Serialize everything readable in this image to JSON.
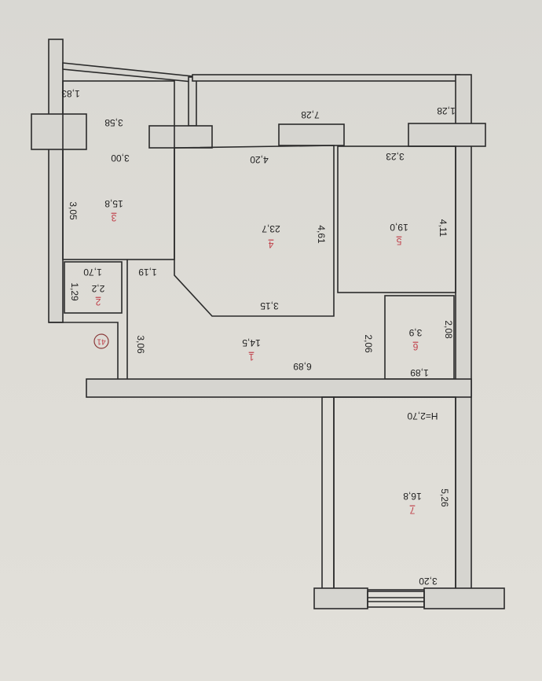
{
  "plan": {
    "ceiling_height": "H=2,70",
    "rooms": [
      {
        "number": "1",
        "area": "14,5",
        "dims": [
          "6,89",
          "3,06",
          "2,06"
        ]
      },
      {
        "number": "2",
        "area": "2,2",
        "dims": [
          "1,70",
          "1,29",
          "1,19"
        ]
      },
      {
        "number": "3",
        "area": "15,8",
        "dims": [
          "3,58",
          "3,00",
          "3,05",
          "1,83"
        ]
      },
      {
        "number": "4",
        "area": "23,7",
        "dims": [
          "7,28",
          "4,20",
          "4,61",
          "3,15"
        ]
      },
      {
        "number": "5",
        "area": "19,0",
        "dims": [
          "1,28",
          "3,23",
          "4,11"
        ]
      },
      {
        "number": "6",
        "area": "3,9",
        "dims": [
          "2,08",
          "1,89"
        ]
      },
      {
        "number": "7",
        "area": "16,8",
        "dims": [
          "5,26",
          "3,20"
        ]
      }
    ],
    "stamp": "41"
  }
}
